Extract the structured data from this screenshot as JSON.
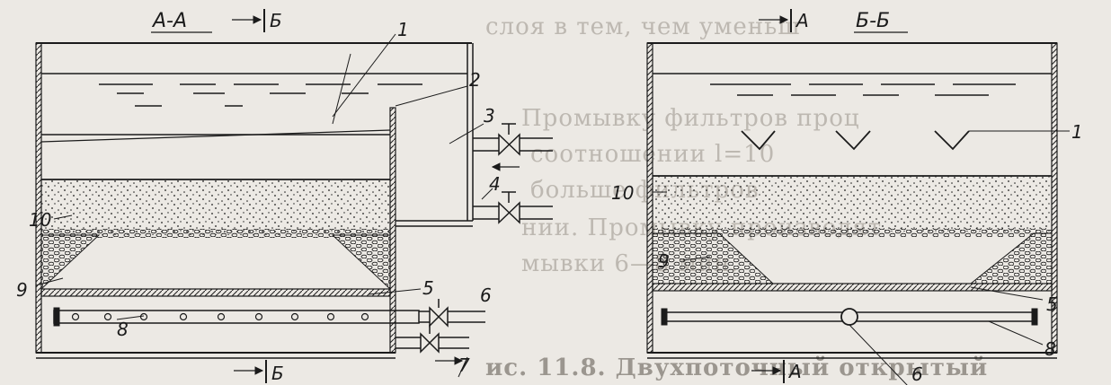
{
  "titles": {
    "section_aa": "А-А",
    "section_bb": "Б-Б"
  },
  "section_marks": {
    "b": "Б",
    "a": "А"
  },
  "labels": {
    "l1": "1",
    "l2": "2",
    "l3": "3",
    "l4": "4",
    "l5": "5",
    "l6": "6",
    "l7": "7",
    "l8": "8",
    "l9": "9",
    "l10": "10"
  },
  "background_text": [
    "слоя в тем, чем уменьш",
    "Промывку фильтров проц",
    "соотношении l=10 ",
    "больше фильтров",
    "нии. Промывку производят",
    "мывки 6—8 мин.",
    "ис. 11.8. Двухпоточный открытый"
  ],
  "colors": {
    "ink": "#1b1b1b",
    "paper": "#ece9e4",
    "faded_text": "#bdb8b1"
  }
}
